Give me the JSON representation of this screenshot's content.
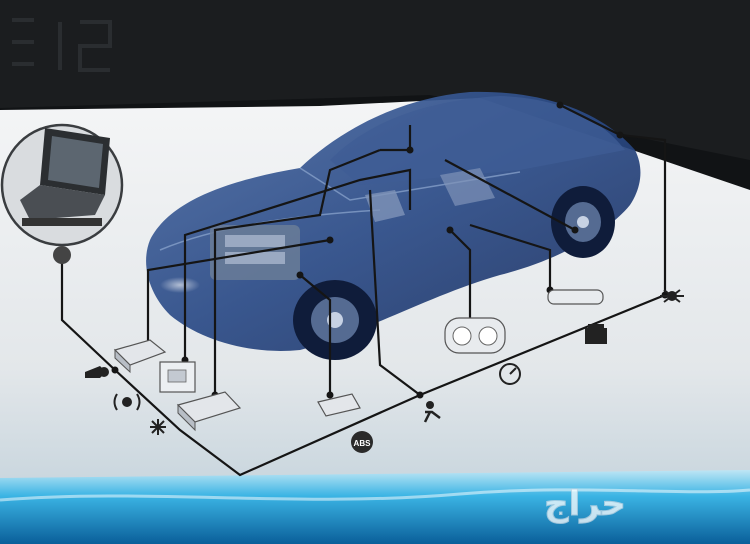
{
  "photo": {
    "header_text": "",
    "abs_label": "ABS",
    "watermark_text": "حراج"
  },
  "components": [
    {
      "name": "diagnostic-laptop",
      "icon": "laptop-icon"
    },
    {
      "name": "engine-control-unit",
      "icon": "ecu-module-icon"
    },
    {
      "name": "immobilizer-module",
      "icon": "key-icon"
    },
    {
      "name": "alarm-module",
      "icon": "sound-wave-icon"
    },
    {
      "name": "climate-module",
      "icon": "snowflake-icon"
    },
    {
      "name": "abs-module",
      "icon": "abs-icon"
    },
    {
      "name": "airbag-module",
      "icon": "airbag-icon"
    },
    {
      "name": "instrument-cluster",
      "icon": "gauge-icon"
    },
    {
      "name": "body-control-module",
      "icon": "module-icon"
    },
    {
      "name": "bus-network",
      "icon": "network-icon"
    }
  ],
  "colors": {
    "screen_background": "#e9ecef",
    "car_body": "#1e3a6e",
    "wire": "#1a1a1a",
    "dark_frame": "#151719",
    "bottom_water": "#1aa6dc"
  }
}
